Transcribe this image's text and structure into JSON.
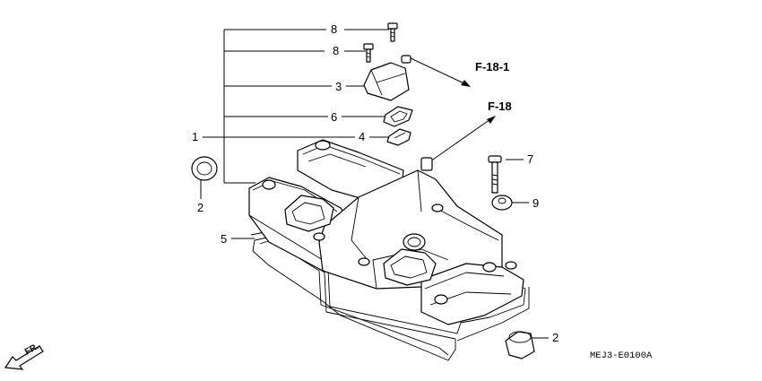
{
  "callouts": {
    "c8a": "8",
    "c8b": "8",
    "c3": "3",
    "c6": "6",
    "c1": "1",
    "c4": "4",
    "c2a": "2",
    "c7": "7",
    "c9": "9",
    "c5": "5",
    "c2b": "2"
  },
  "references": {
    "f18_1": "F-18-1",
    "f18": "F-18"
  },
  "direction_label": "FR.",
  "diagram_code": "MEJ3-E0100A"
}
